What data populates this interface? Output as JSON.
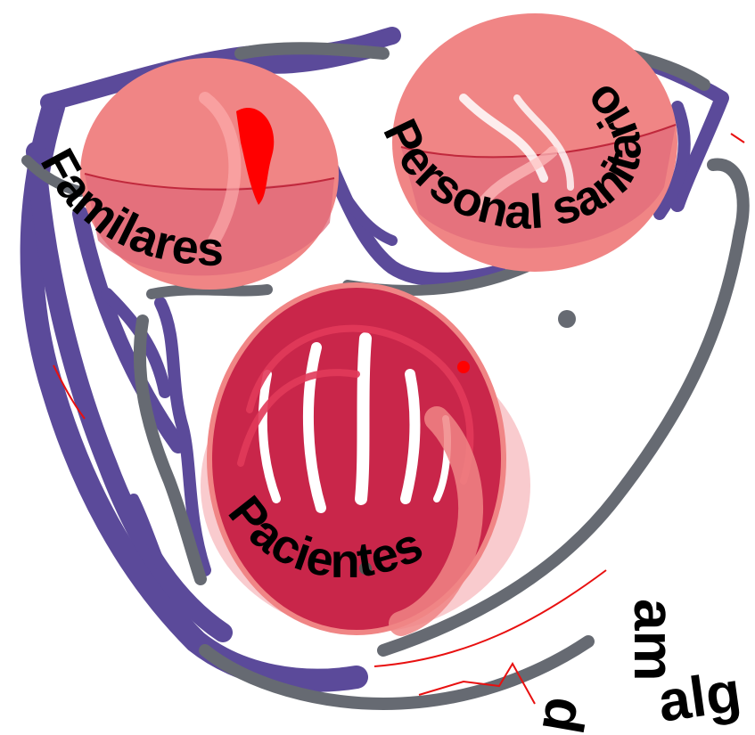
{
  "circles": {
    "familiares": {
      "label": "Familares"
    },
    "personal": {
      "label": "Personal sanitario"
    },
    "pacientes": {
      "label": "Pacientes"
    }
  },
  "corner_text": {
    "am": "am",
    "alg": "alg",
    "d": "d"
  },
  "colors": {
    "purple": "#5b4a9a",
    "gray": "#666a72",
    "salmon": "#f08585",
    "salmon_dark": "#e36e78",
    "crimson": "#c9264a",
    "red": "#ff0000",
    "text": "#000000"
  }
}
